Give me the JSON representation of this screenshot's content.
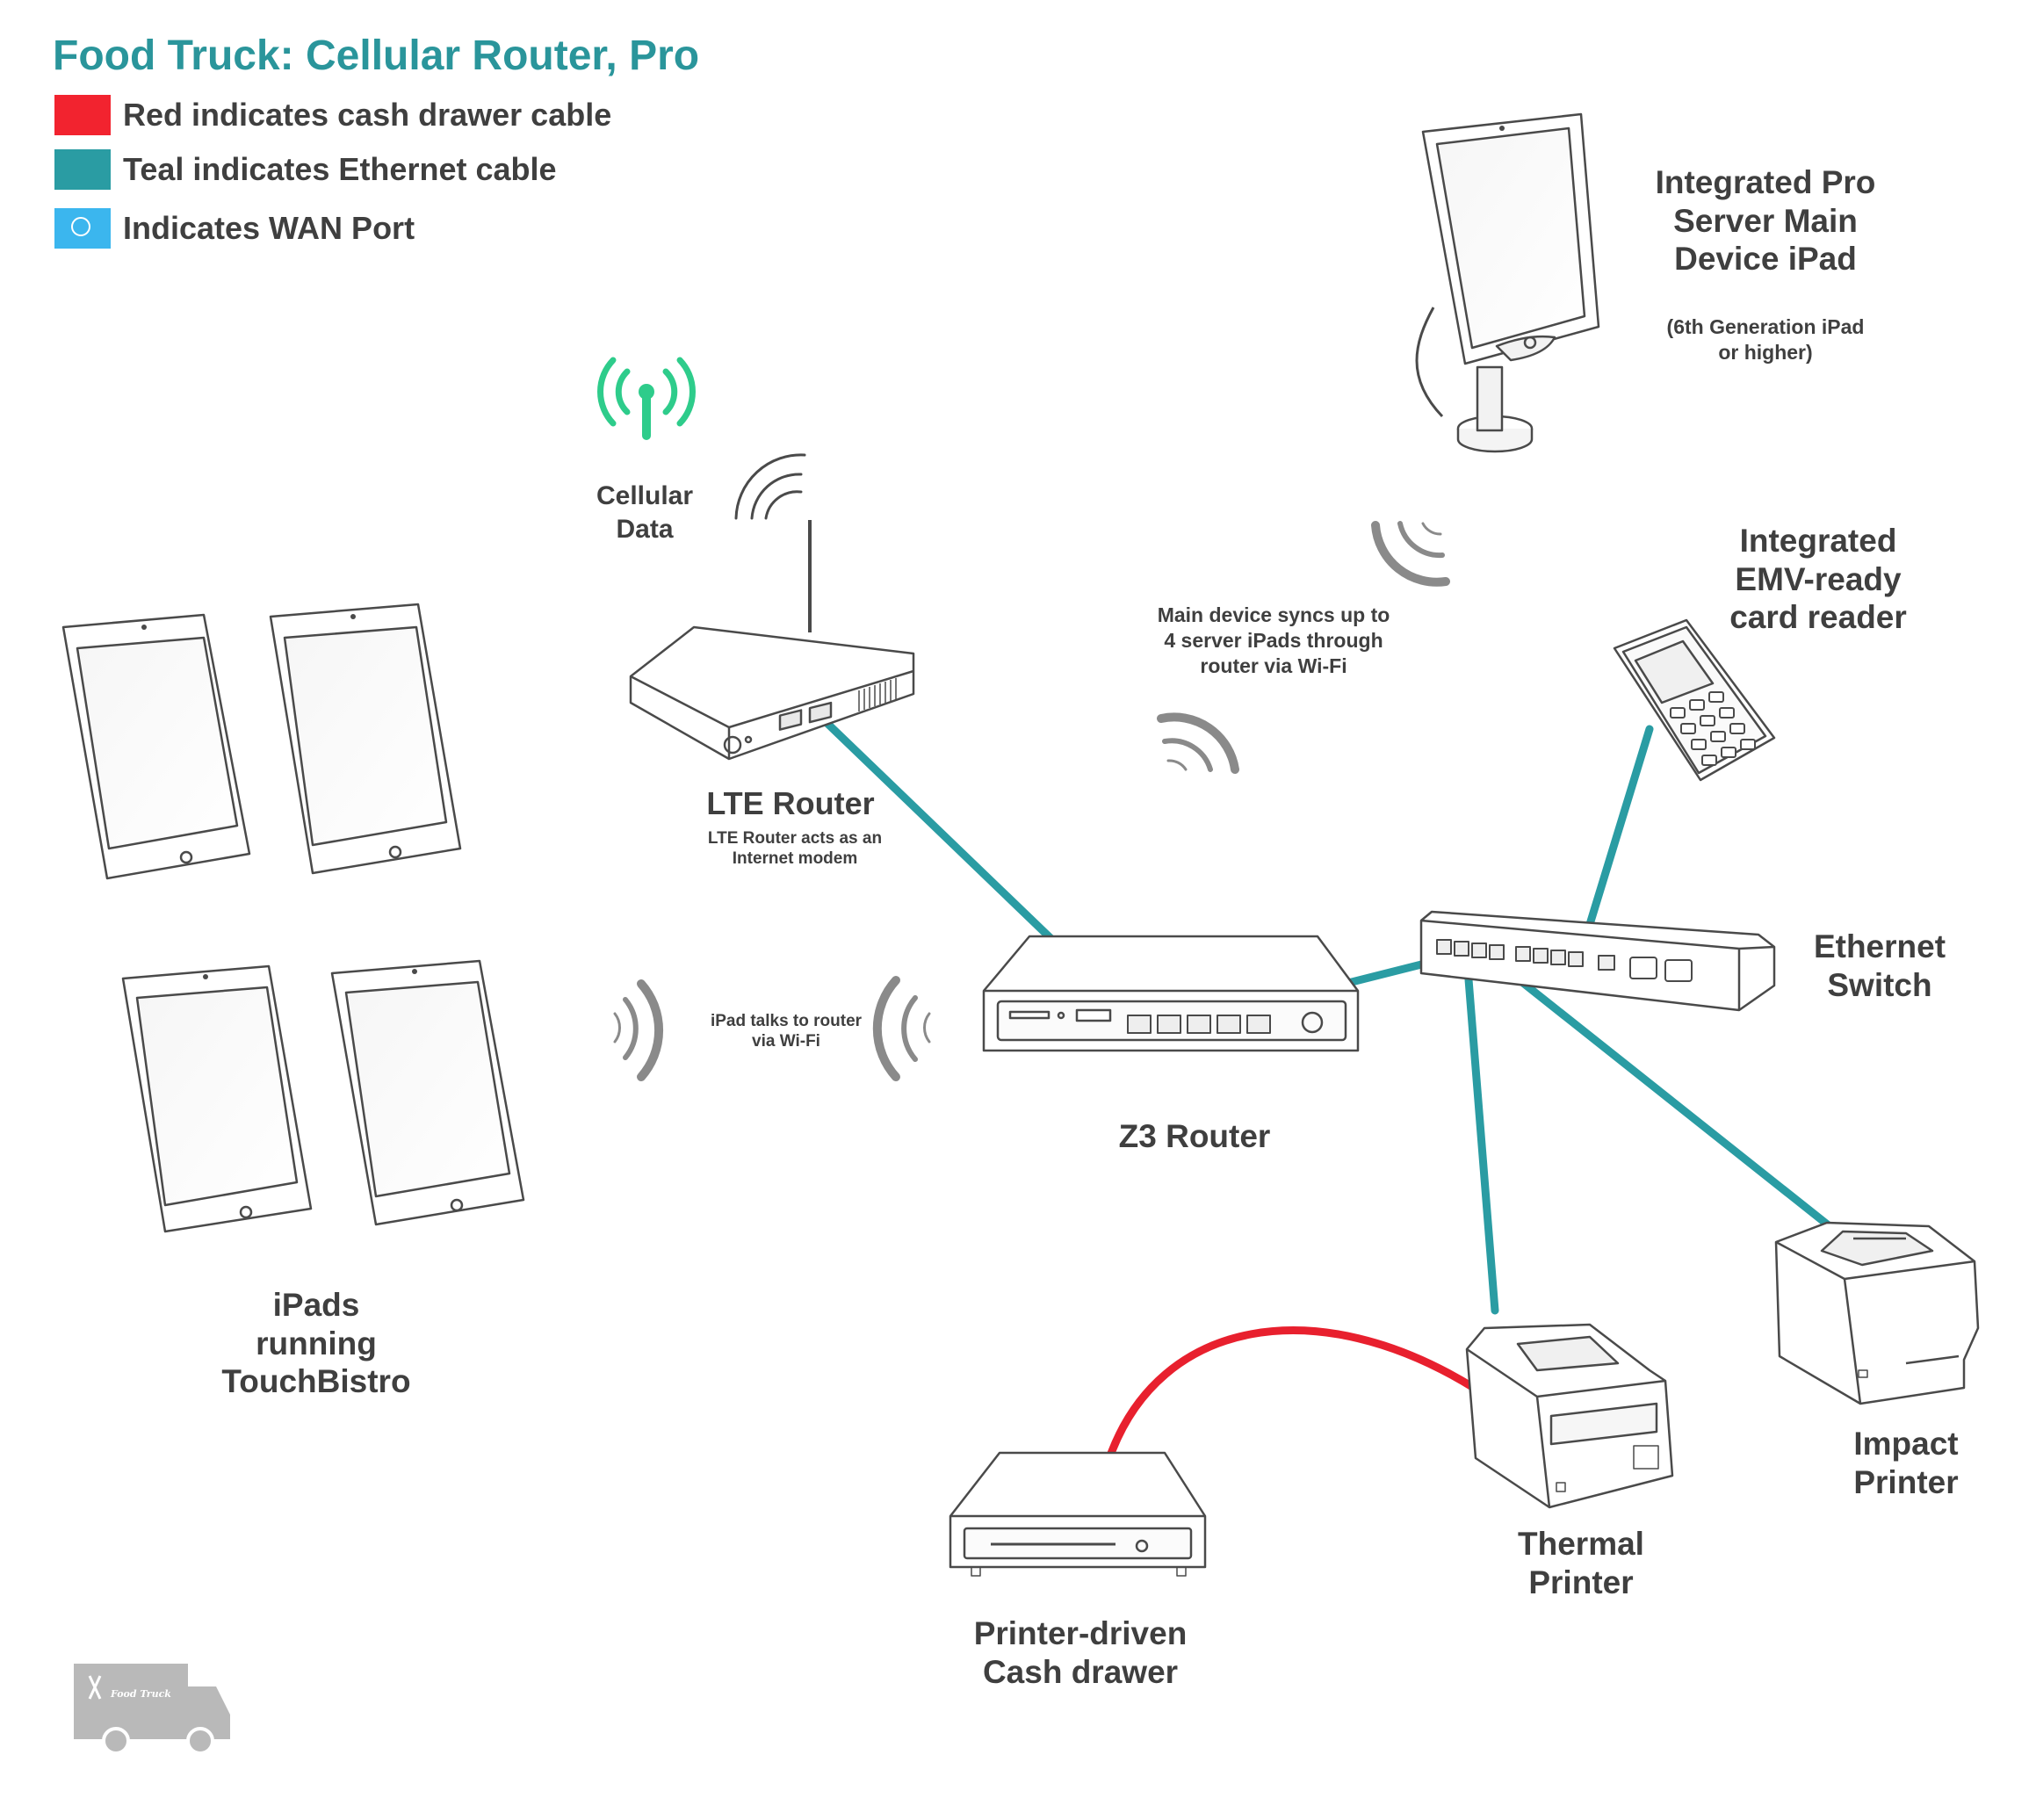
{
  "title": "Food Truck: Cellular Router, Pro",
  "legend": [
    {
      "color": "#f2232f",
      "text": "Red indicates cash drawer cable",
      "type": "cash-drawer-cable"
    },
    {
      "color": "#2a9ca3",
      "text": "Teal indicates Ethernet cable",
      "type": "ethernet-cable"
    },
    {
      "color": "#3bb6ee",
      "text": "Indicates WAN Port",
      "type": "wan-port"
    }
  ],
  "colors": {
    "ethernet": "#2a9ca3",
    "cash_drawer": "#e8202e",
    "cellular": "#2ecc8b",
    "wifi": "#8a8a8a",
    "title": "#2a959b"
  },
  "nodes": {
    "cellular": "Cellular\nData",
    "lte_router": "LTE Router",
    "lte_router_note": "LTE Router acts as an\nInternet modem",
    "ipad_main": "Integrated Pro\nServer Main\nDevice iPad",
    "ipad_main_note": "(6th Generation iPad\nor higher)",
    "card_reader": "Integrated\nEMV-ready\ncard reader",
    "sync_note": "Main device syncs up to\n4 server iPads through\nrouter via Wi-Fi",
    "ethernet_switch": "Ethernet\nSwitch",
    "ipad_wifi_note": "iPad talks to router\nvia Wi-Fi",
    "z3_router": "Z3 Router",
    "ipads": "iPads\nrunning\nTouchBistro",
    "impact_printer": "Impact\nPrinter",
    "thermal_printer": "Thermal\nPrinter",
    "cash_drawer": "Printer-driven\nCash drawer",
    "truck_logo": "Food Truck"
  },
  "connections": [
    {
      "from": "lte_router",
      "to": "z3_router",
      "type": "ethernet"
    },
    {
      "from": "z3_router",
      "to": "ethernet_switch",
      "type": "ethernet"
    },
    {
      "from": "card_reader",
      "to": "ethernet_switch",
      "type": "ethernet"
    },
    {
      "from": "ethernet_switch",
      "to": "thermal_printer",
      "type": "ethernet"
    },
    {
      "from": "ethernet_switch",
      "to": "impact_printer",
      "type": "ethernet"
    },
    {
      "from": "cash_drawer",
      "to": "thermal_printer",
      "type": "cash_drawer"
    }
  ]
}
